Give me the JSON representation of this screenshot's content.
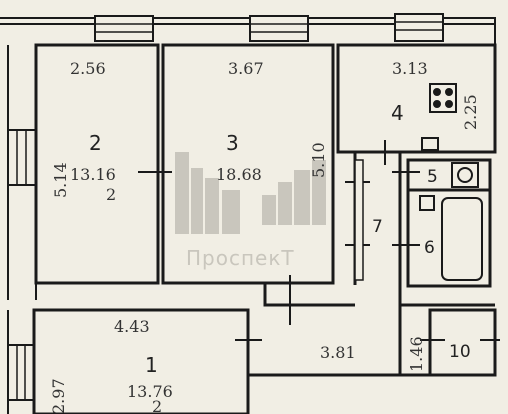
{
  "plan": {
    "rooms": [
      {
        "id": "room-2",
        "number": "2",
        "area": "13.16",
        "sub": "2"
      },
      {
        "id": "room-3",
        "number": "3",
        "area": "18.68"
      },
      {
        "id": "room-4",
        "number": "4"
      },
      {
        "id": "room-5",
        "number": "5"
      },
      {
        "id": "room-6",
        "number": "6"
      },
      {
        "id": "room-7",
        "number": "7"
      },
      {
        "id": "room-10",
        "number": "10"
      },
      {
        "id": "room-1",
        "number": "1",
        "area": "13.76",
        "sub": "2"
      }
    ],
    "dimensions": {
      "d_2_56": "2.56",
      "d_3_67": "3.67",
      "d_3_13": "3.13",
      "d_2_25": "2.25",
      "d_5_14": "5.14",
      "d_5_10": "5.10",
      "d_4_43": "4.43",
      "d_3_81": "3.81",
      "d_1_46": "1.46",
      "d_2_97": "2.97"
    }
  },
  "watermark": {
    "text": "ПроспекТ"
  },
  "colors": {
    "paper": "#f1eee4",
    "ink": "#1a1a1a",
    "watermark": "#c9c6bd"
  }
}
